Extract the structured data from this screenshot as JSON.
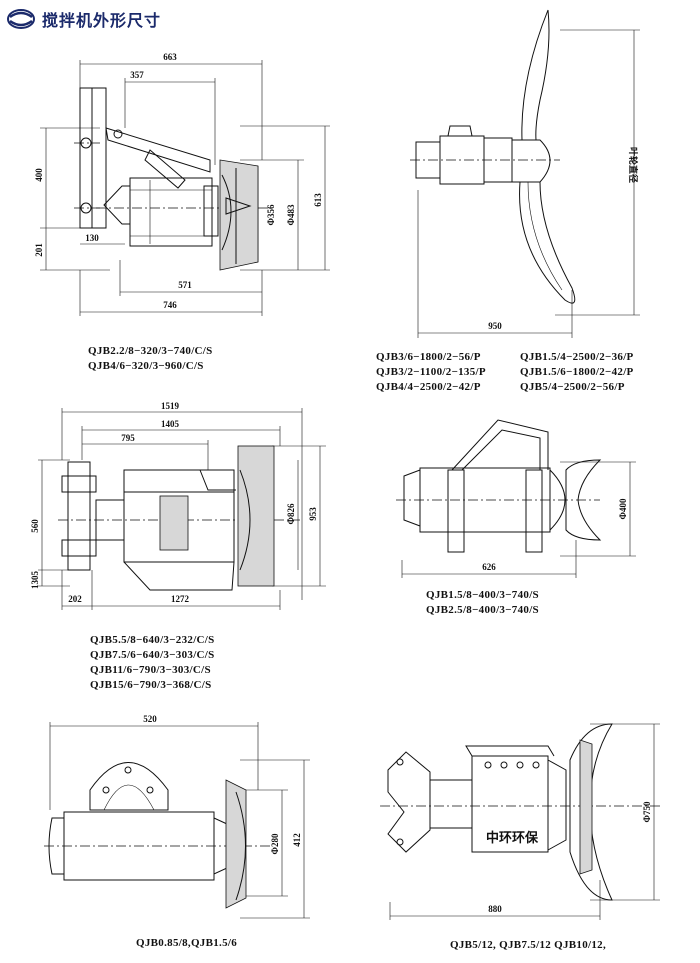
{
  "header": {
    "title": "搅拌机外形尺寸",
    "logo_icon": "company-logo-icon"
  },
  "drawing1": {
    "dims": {
      "d663": "663",
      "d357": "357",
      "d400": "400",
      "d201": "201",
      "d130": "130",
      "d571": "571",
      "d746": "746",
      "d356": "Φ356",
      "d483": "Φ483",
      "d613": "613"
    },
    "models": [
      "QJB2.2/8−320/3−740/C/S",
      "QJB4/6−320/3−960/C/S"
    ]
  },
  "drawing2": {
    "dims": {
      "d950": "950",
      "blade": "叶轮直径"
    },
    "models_left": [
      "QJB3/6−1800/2−56/P",
      "QJB3/2−1100/2−135/P",
      "QJB4/4−2500/2−42/P"
    ],
    "models_right": [
      "QJB1.5/4−2500/2−36/P",
      "QJB1.5/6−1800/2−42/P",
      "QJB5/4−2500/2−56/P"
    ]
  },
  "drawing3": {
    "dims": {
      "d1519": "1519",
      "d1405": "1405",
      "d795": "795",
      "d560": "560",
      "d1305": "1305",
      "d202": "202",
      "d1272": "1272",
      "d826": "Φ826",
      "d953": "953"
    },
    "models": [
      "QJB5.5/8−640/3−232/C/S",
      "QJB7.5/6−640/3−303/C/S",
      "QJB11/6−790/3−303/C/S",
      "QJB15/6−790/3−368/C/S"
    ]
  },
  "drawing4": {
    "dims": {
      "d626": "626",
      "d400": "Φ400"
    },
    "models": [
      "QJB1.5/8−400/3−740/S",
      "QJB2.5/8−400/3−740/S"
    ]
  },
  "drawing5": {
    "dims": {
      "d520": "520",
      "d280": "Φ280",
      "d412": "412"
    },
    "models": [
      "QJB0.85/8,QJB1.5/6"
    ]
  },
  "drawing6": {
    "dims": {
      "d880": "880",
      "d750": "Φ750"
    },
    "watermark": "中环环保",
    "models": [
      "QJB5/12, QJB7.5/12  QJB10/12,"
    ]
  }
}
